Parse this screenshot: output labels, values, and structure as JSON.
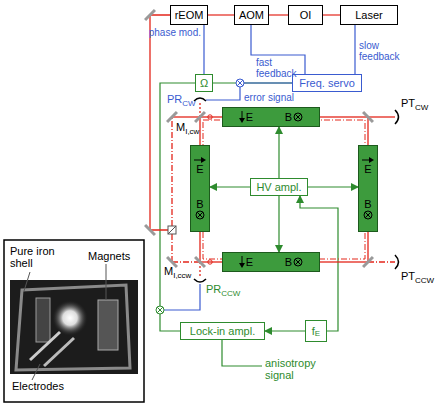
{
  "diagram": {
    "nodes": [
      {
        "text": [
          "rEOM"
        ]
      },
      {
        "text": [
          "AOM"
        ]
      },
      {
        "text": [
          "OI"
        ]
      },
      {
        "text": [
          "Laser"
        ]
      },
      {
        "text": [
          "Ω"
        ]
      },
      {
        "text": [
          "Freq. servo"
        ]
      },
      {
        "text": [
          "E",
          "B"
        ]
      },
      {
        "text": [
          "E",
          "B"
        ]
      },
      {
        "text": [
          "HV ampl."
        ]
      },
      {
        "text": [
          "E",
          "B"
        ]
      },
      {
        "text": [
          "E",
          "B"
        ]
      },
      {
        "text": [
          "Lock-in ampl."
        ]
      },
      {
        "text": [
          "f",
          "E"
        ]
      }
    ],
    "edges": [
      {
        "from": 3,
        "to": 2,
        "arrow": "none"
      },
      {
        "from": 2,
        "to": 1,
        "arrow": "none"
      },
      {
        "from": 1,
        "to": 0,
        "arrow": "none"
      },
      {
        "from": 5,
        "to": 1,
        "label": "fast feedback",
        "arrow": "none"
      },
      {
        "from": 5,
        "to": 3,
        "label": "slow feedback",
        "arrow": "none"
      },
      {
        "from": 4,
        "to": 0,
        "label": "phase mod.",
        "arrow": "none"
      },
      {
        "from": 4,
        "to": 5,
        "label": "error signal",
        "arrow": "none"
      },
      {
        "from": 8,
        "to": 6,
        "arrow": "to"
      },
      {
        "from": 8,
        "to": 7,
        "arrow": "to"
      },
      {
        "from": 8,
        "to": 9,
        "arrow": "to"
      },
      {
        "from": 8,
        "to": 10,
        "arrow": "to"
      },
      {
        "from": 12,
        "to": 8,
        "arrow": "to"
      },
      {
        "from": 12,
        "to": 11,
        "arrow": "to"
      },
      {
        "from": 4,
        "to": 11,
        "arrow": "none"
      }
    ],
    "labels": [
      "PR",
      "CW",
      "M",
      "I,cw",
      "PT",
      "CW",
      "PT",
      "CCW",
      "PR",
      "CCW",
      "M",
      "I,ccw",
      "anisotropy signal",
      "Pure iron shell",
      "Magnets",
      "Electrodes"
    ]
  }
}
